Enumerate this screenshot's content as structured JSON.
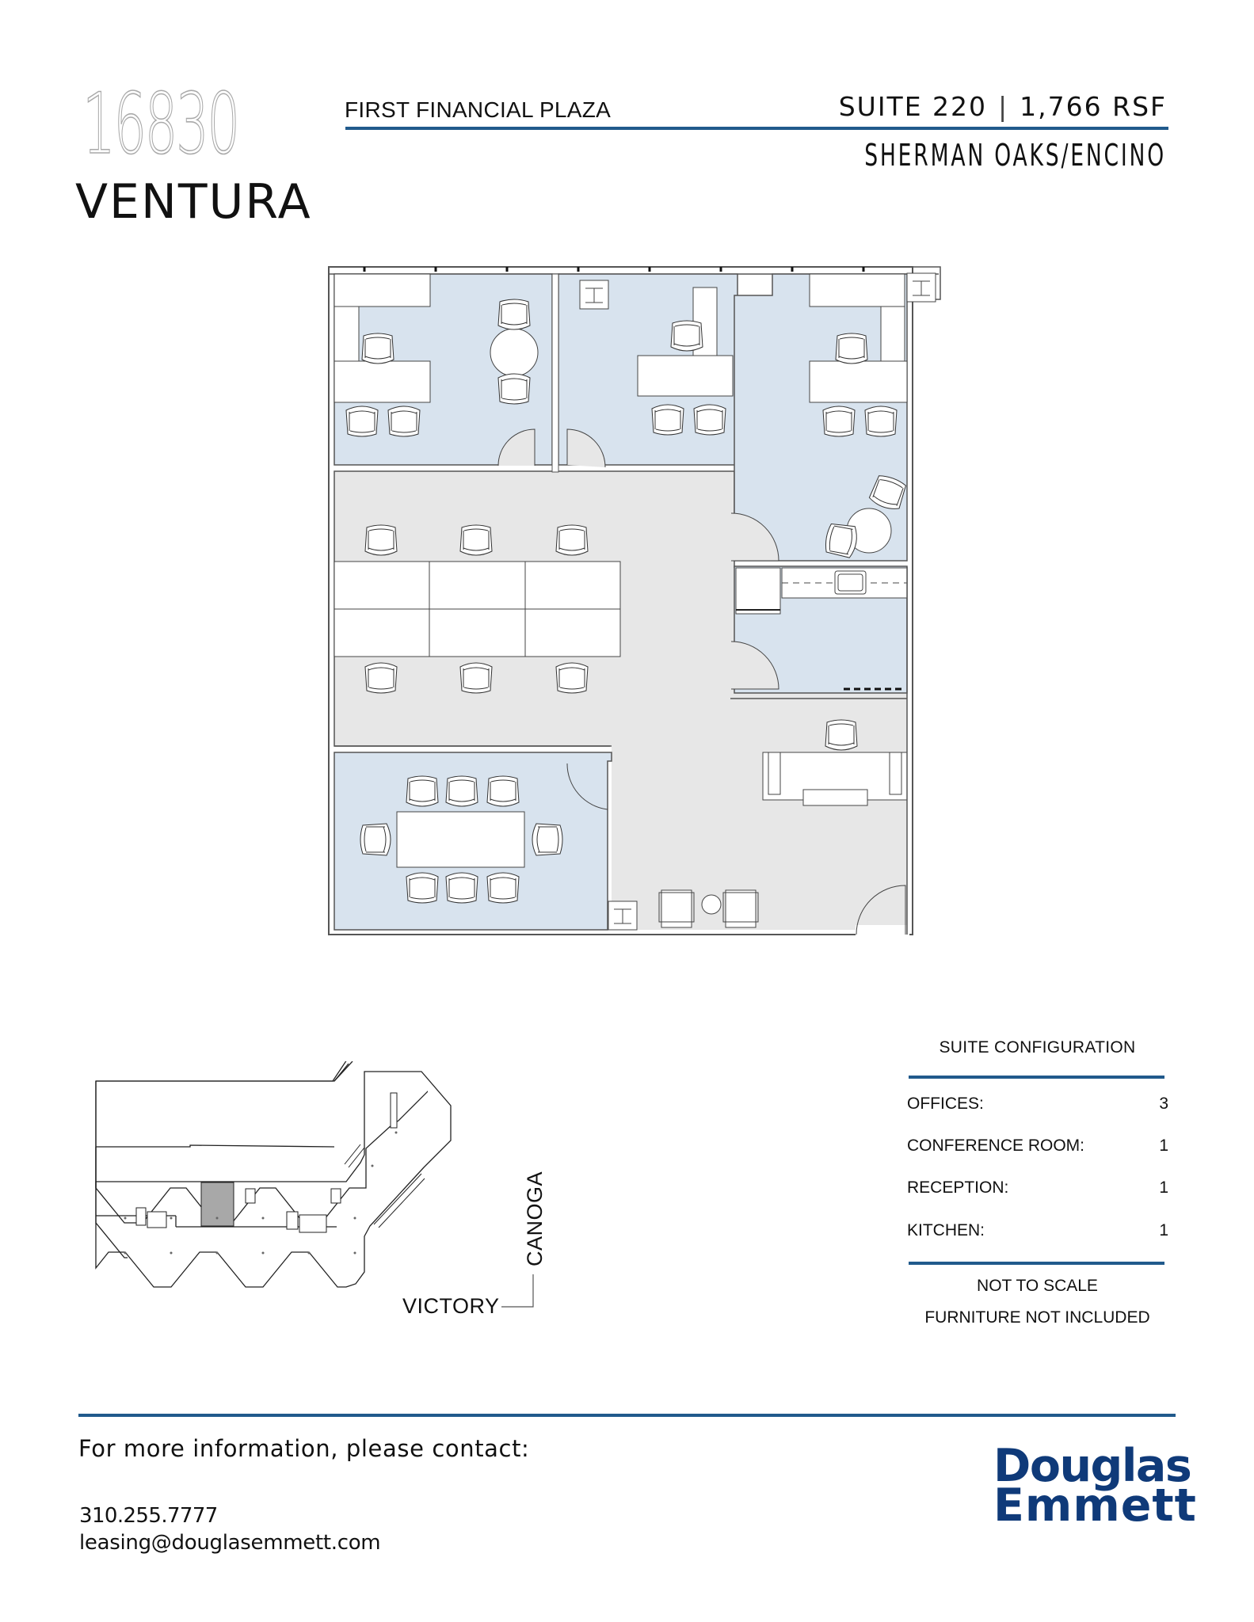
{
  "header": {
    "address_number": "16830",
    "address_street": "VENTURA",
    "building_name": "FIRST FINANCIAL PLAZA",
    "suite": "SUITE 220",
    "separator": "|",
    "area": "1,766 RSF",
    "submarket": "SHERMAN OAKS/ENCINO"
  },
  "floorplan": {
    "rooms": [
      "office",
      "office",
      "office",
      "open-workstations",
      "kitchen",
      "reception",
      "conference-room"
    ],
    "colors": {
      "room_fill": "#d8e3ee",
      "common_fill": "#e7e7e7",
      "wall": "#555555",
      "furniture": "#ffffff"
    }
  },
  "keyplan": {
    "street_north_south": "CANOGA",
    "street_east_west": "VICTORY",
    "highlight_color": "#a8a8a8"
  },
  "suite_configuration": {
    "title": "SUITE CONFIGURATION",
    "rows": [
      {
        "label": "OFFICES:",
        "value": "3"
      },
      {
        "label": "CONFERENCE ROOM:",
        "value": "1"
      },
      {
        "label": "RECEPTION:",
        "value": "1"
      },
      {
        "label": "KITCHEN:",
        "value": "1"
      }
    ],
    "notes": [
      "NOT TO SCALE",
      "FURNITURE NOT INCLUDED"
    ]
  },
  "footer": {
    "contact_heading": "For more information, please contact:",
    "phone": "310.255.7777",
    "email": "leasing@douglasemmett.com",
    "logo_line1": "Douglas",
    "logo_line2": "Emmett"
  },
  "colors": {
    "accent_blue": "#215a8c",
    "logo_blue": "#0f3a79",
    "address_gray": "#a9a9a9"
  }
}
